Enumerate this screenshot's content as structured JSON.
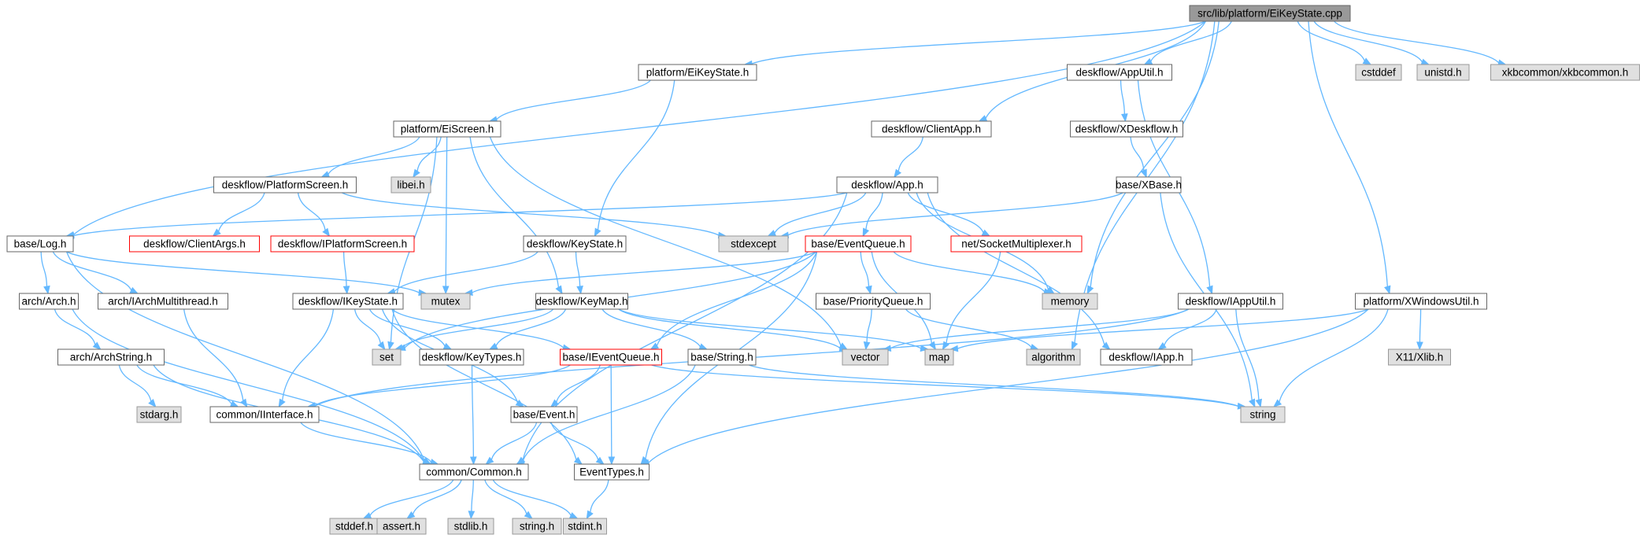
{
  "nodes": [
    {
      "id": "root",
      "label": "src/lib/platform/EiKeyState.cpp",
      "style": "root"
    },
    {
      "id": "plat_eikeystate",
      "label": "platform/EiKeyState.h",
      "style": "normal"
    },
    {
      "id": "apputil",
      "label": "deskflow/AppUtil.h",
      "style": "normal"
    },
    {
      "id": "cstddef",
      "label": "cstddef",
      "style": "ext"
    },
    {
      "id": "unistd",
      "label": "unistd.h",
      "style": "ext"
    },
    {
      "id": "xkbcommon",
      "label": "xkbcommon/xkbcommon.h",
      "style": "ext"
    },
    {
      "id": "eiscreen",
      "label": "platform/EiScreen.h",
      "style": "normal"
    },
    {
      "id": "clientapp",
      "label": "deskflow/ClientApp.h",
      "style": "normal"
    },
    {
      "id": "xdeskflow",
      "label": "deskflow/XDeskflow.h",
      "style": "normal"
    },
    {
      "id": "platformscreen",
      "label": "deskflow/PlatformScreen.h",
      "style": "normal"
    },
    {
      "id": "libei",
      "label": "libei.h",
      "style": "ext"
    },
    {
      "id": "app",
      "label": "deskflow/App.h",
      "style": "normal"
    },
    {
      "id": "xbase",
      "label": "base/XBase.h",
      "style": "normal"
    },
    {
      "id": "log",
      "label": "base/Log.h",
      "style": "normal"
    },
    {
      "id": "clientargs",
      "label": "deskflow/ClientArgs.h",
      "style": "red"
    },
    {
      "id": "iplatformscreen",
      "label": "deskflow/IPlatformScreen.h",
      "style": "red"
    },
    {
      "id": "keystate",
      "label": "deskflow/KeyState.h",
      "style": "normal"
    },
    {
      "id": "stdexcept",
      "label": "stdexcept",
      "style": "ext"
    },
    {
      "id": "eventqueue",
      "label": "base/EventQueue.h",
      "style": "red"
    },
    {
      "id": "socketmux",
      "label": "net/SocketMultiplexer.h",
      "style": "red"
    },
    {
      "id": "arch",
      "label": "arch/Arch.h",
      "style": "normal"
    },
    {
      "id": "iarchmt",
      "label": "arch/IArchMultithread.h",
      "style": "normal"
    },
    {
      "id": "ikeystate",
      "label": "deskflow/IKeyState.h",
      "style": "normal"
    },
    {
      "id": "mutex",
      "label": "mutex",
      "style": "ext"
    },
    {
      "id": "keymap",
      "label": "deskflow/KeyMap.h",
      "style": "normal"
    },
    {
      "id": "priorityqueue",
      "label": "base/PriorityQueue.h",
      "style": "normal"
    },
    {
      "id": "memory",
      "label": "memory",
      "style": "ext"
    },
    {
      "id": "iapputil",
      "label": "deskflow/IAppUtil.h",
      "style": "normal"
    },
    {
      "id": "xwinutil",
      "label": "platform/XWindowsUtil.h",
      "style": "normal"
    },
    {
      "id": "archstring",
      "label": "arch/ArchString.h",
      "style": "normal"
    },
    {
      "id": "set",
      "label": "set",
      "style": "ext"
    },
    {
      "id": "keytypes",
      "label": "deskflow/KeyTypes.h",
      "style": "normal"
    },
    {
      "id": "ieventqueue",
      "label": "base/IEventQueue.h",
      "style": "red"
    },
    {
      "id": "basestring",
      "label": "base/String.h",
      "style": "normal"
    },
    {
      "id": "vector",
      "label": "vector",
      "style": "ext"
    },
    {
      "id": "map",
      "label": "map",
      "style": "ext"
    },
    {
      "id": "algorithm",
      "label": "algorithm",
      "style": "ext"
    },
    {
      "id": "iapp",
      "label": "deskflow/IApp.h",
      "style": "normal"
    },
    {
      "id": "x11xlib",
      "label": "X11/Xlib.h",
      "style": "ext"
    },
    {
      "id": "stdarg",
      "label": "stdarg.h",
      "style": "ext"
    },
    {
      "id": "iinterface",
      "label": "common/IInterface.h",
      "style": "normal"
    },
    {
      "id": "event",
      "label": "base/Event.h",
      "style": "normal"
    },
    {
      "id": "string",
      "label": "string",
      "style": "ext"
    },
    {
      "id": "common",
      "label": "common/Common.h",
      "style": "normal"
    },
    {
      "id": "eventtypes",
      "label": "EventTypes.h",
      "style": "normal"
    },
    {
      "id": "stddef",
      "label": "stddef.h",
      "style": "ext"
    },
    {
      "id": "assert",
      "label": "assert.h",
      "style": "ext"
    },
    {
      "id": "stdlib",
      "label": "stdlib.h",
      "style": "ext"
    },
    {
      "id": "stringh",
      "label": "string.h",
      "style": "ext"
    },
    {
      "id": "stdint",
      "label": "stdint.h",
      "style": "ext"
    }
  ],
  "edges": [
    [
      "root",
      "plat_eikeystate"
    ],
    [
      "root",
      "apputil"
    ],
    [
      "root",
      "cstddef"
    ],
    [
      "root",
      "unistd"
    ],
    [
      "root",
      "xkbcommon"
    ],
    [
      "root",
      "log"
    ],
    [
      "root",
      "clientapp"
    ],
    [
      "root",
      "memory"
    ],
    [
      "root",
      "algorithm"
    ],
    [
      "root",
      "xwinutil"
    ],
    [
      "plat_eikeystate",
      "eiscreen"
    ],
    [
      "plat_eikeystate",
      "keystate"
    ],
    [
      "apputil",
      "xdeskflow"
    ],
    [
      "apputil",
      "iapputil"
    ],
    [
      "xdeskflow",
      "xbase"
    ],
    [
      "xbase",
      "stdexcept"
    ],
    [
      "xbase",
      "string"
    ],
    [
      "clientapp",
      "app"
    ],
    [
      "eiscreen",
      "platformscreen"
    ],
    [
      "eiscreen",
      "libei"
    ],
    [
      "eiscreen",
      "mutex"
    ],
    [
      "eiscreen",
      "keymap"
    ],
    [
      "eiscreen",
      "vector"
    ],
    [
      "eiscreen",
      "set"
    ],
    [
      "platformscreen",
      "clientargs"
    ],
    [
      "platformscreen",
      "iplatformscreen"
    ],
    [
      "platformscreen",
      "stdexcept"
    ],
    [
      "iplatformscreen",
      "ikeystate"
    ],
    [
      "app",
      "log"
    ],
    [
      "app",
      "stdexcept"
    ],
    [
      "app",
      "eventqueue"
    ],
    [
      "app",
      "socketmux"
    ],
    [
      "app",
      "memory"
    ],
    [
      "app",
      "iapp"
    ],
    [
      "app",
      "common"
    ],
    [
      "log",
      "arch"
    ],
    [
      "log",
      "iarchmt"
    ],
    [
      "log",
      "mutex"
    ],
    [
      "log",
      "common"
    ],
    [
      "arch",
      "archstring"
    ],
    [
      "arch",
      "common"
    ],
    [
      "iarchmt",
      "iinterface"
    ],
    [
      "archstring",
      "stdarg"
    ],
    [
      "archstring",
      "iinterface"
    ],
    [
      "archstring",
      "common"
    ],
    [
      "keystate",
      "ikeystate"
    ],
    [
      "keystate",
      "keymap"
    ],
    [
      "ikeystate",
      "set"
    ],
    [
      "ikeystate",
      "keytypes"
    ],
    [
      "ikeystate",
      "ieventqueue"
    ],
    [
      "ikeystate",
      "iinterface"
    ],
    [
      "ikeystate",
      "event"
    ],
    [
      "ikeystate",
      "eventtypes"
    ],
    [
      "keymap",
      "set"
    ],
    [
      "keymap",
      "keytypes"
    ],
    [
      "keymap",
      "basestring"
    ],
    [
      "keymap",
      "vector"
    ],
    [
      "keymap",
      "map"
    ],
    [
      "eventqueue",
      "mutex"
    ],
    [
      "eventqueue",
      "memory"
    ],
    [
      "eventqueue",
      "priorityqueue"
    ],
    [
      "eventqueue",
      "ieventqueue"
    ],
    [
      "eventqueue",
      "set"
    ],
    [
      "eventqueue",
      "map"
    ],
    [
      "eventqueue",
      "eventtypes"
    ],
    [
      "priorityqueue",
      "vector"
    ],
    [
      "priorityqueue",
      "algorithm"
    ],
    [
      "socketmux",
      "map"
    ],
    [
      "iapputil",
      "iapp"
    ],
    [
      "iapputil",
      "string"
    ],
    [
      "iapputil",
      "vector"
    ],
    [
      "iapputil",
      "iinterface"
    ],
    [
      "xwinutil",
      "x11xlib"
    ],
    [
      "xwinutil",
      "string"
    ],
    [
      "xwinutil",
      "map"
    ],
    [
      "xwinutil",
      "eventtypes"
    ],
    [
      "ieventqueue",
      "iinterface"
    ],
    [
      "ieventqueue",
      "event"
    ],
    [
      "ieventqueue",
      "eventtypes"
    ],
    [
      "ieventqueue",
      "string"
    ],
    [
      "basestring",
      "common"
    ],
    [
      "basestring",
      "string"
    ],
    [
      "keytypes",
      "common"
    ],
    [
      "iinterface",
      "common"
    ],
    [
      "event",
      "common"
    ],
    [
      "event",
      "eventtypes"
    ],
    [
      "eventtypes",
      "stdint"
    ],
    [
      "common",
      "stddef"
    ],
    [
      "common",
      "assert"
    ],
    [
      "common",
      "stdlib"
    ],
    [
      "common",
      "stringh"
    ],
    [
      "common",
      "stdint"
    ]
  ],
  "colors": {
    "edge": "#63b8ff",
    "root_fill": "#999999",
    "ext_fill": "#e0e0e0",
    "ext_stroke": "#999999",
    "normal_stroke": "#666666",
    "red_stroke": "#ff0000"
  }
}
